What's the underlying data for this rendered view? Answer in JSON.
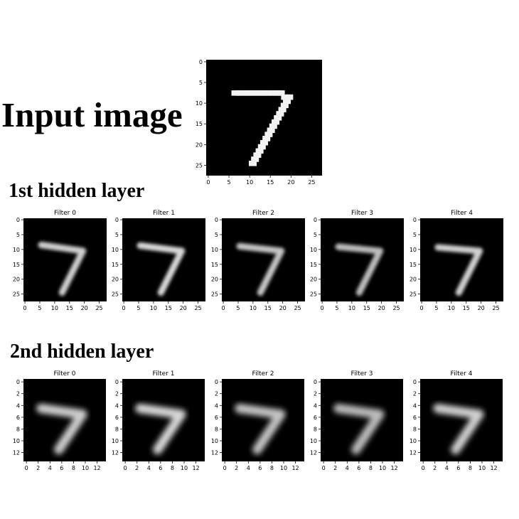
{
  "headings": {
    "input": "Input image",
    "layer1": "1st hidden layer",
    "layer2": "2nd hidden layer"
  },
  "colors": {
    "background": "#ffffff",
    "image_black": "#000000",
    "text": "#000000"
  },
  "panels": {
    "input": {
      "title": "",
      "xticks": [
        "0",
        "5",
        "10",
        "15",
        "20",
        "25"
      ],
      "yticks": [
        "0",
        "5",
        "10",
        "15",
        "20",
        "25"
      ]
    },
    "layer1": {
      "filters": [
        {
          "title": "Filter 0"
        },
        {
          "title": "Filter 1"
        },
        {
          "title": "Filter 2"
        },
        {
          "title": "Filter 3"
        },
        {
          "title": "Filter 4"
        }
      ],
      "xticks": [
        "0",
        "5",
        "10",
        "15",
        "20",
        "25"
      ],
      "yticks": [
        "0",
        "5",
        "10",
        "15",
        "20",
        "25"
      ]
    },
    "layer2": {
      "filters": [
        {
          "title": "Filter 0"
        },
        {
          "title": "Filter 1"
        },
        {
          "title": "Filter 2"
        },
        {
          "title": "Filter 3"
        },
        {
          "title": "Filter 4"
        }
      ],
      "xticks": [
        "0",
        "2",
        "4",
        "6",
        "8",
        "10",
        "12"
      ],
      "yticks": [
        "0",
        "2",
        "4",
        "6",
        "8",
        "10",
        "12"
      ]
    }
  }
}
